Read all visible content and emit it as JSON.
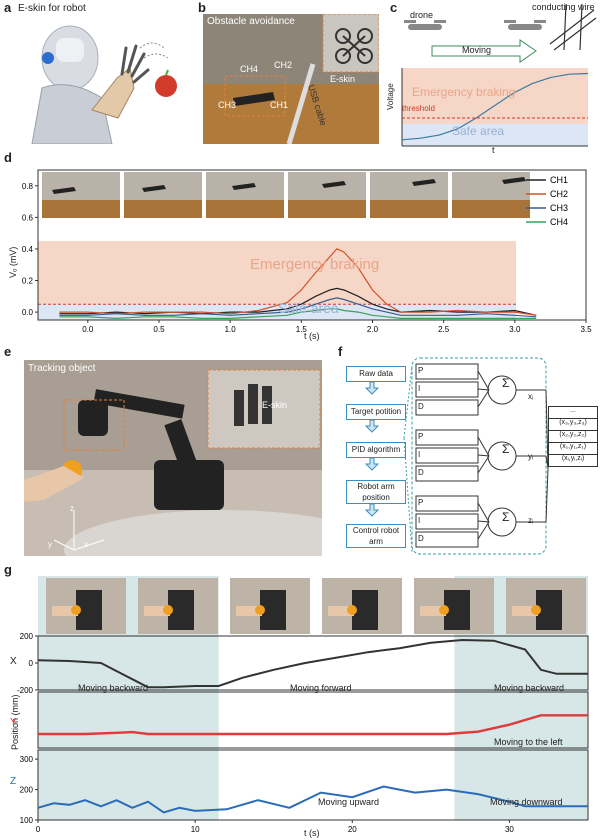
{
  "panels": {
    "a": {
      "label": "a",
      "title": "E-skin for robot"
    },
    "b": {
      "label": "b",
      "title": "Obstacle avoidance",
      "ch_labels": [
        "CH4",
        "CH2",
        "CH3",
        "CH1"
      ],
      "eskin": "E-skin",
      "cable": "USB cable"
    },
    "c": {
      "label": "c",
      "drone": "drone",
      "wire": "conducting wire",
      "moving": "Moving",
      "ylabel": "Voltage",
      "xlabel": "t",
      "brake": "Emergency braking",
      "threshold": "threshold",
      "safe": "Safe area"
    },
    "d": {
      "label": "d",
      "ylabel": "Vₒ (mV)",
      "xlabel": "t (s)",
      "brake": "Emergency braking",
      "safe": "Safe area"
    },
    "e": {
      "label": "e",
      "title": "Tracking object",
      "eskin": "E-skin",
      "axes": [
        "z",
        "y",
        "x"
      ]
    },
    "f": {
      "label": "f",
      "flow": [
        "Raw data",
        "Target potition",
        "PID algorithm",
        "Robot arm position",
        "Control robot arm"
      ],
      "pid_terms": [
        "P",
        "I",
        "D"
      ],
      "sum": "Σ",
      "outputs": [
        "xᵢ",
        "yᵢ",
        "zᵢ"
      ],
      "stack": [
        "...",
        "(x₃,y₃,z₃)",
        "(x₂,y₂,z₂)",
        "(x₁,y₁,z₁)",
        "(xᵢ,yᵢ,zᵢ)"
      ]
    },
    "g": {
      "label": "g",
      "ylabel": "Position (mm)",
      "xlabel": "t (s)",
      "rows": [
        "X",
        "Y",
        "Z"
      ],
      "x_annotations": [
        "Moving backward",
        "Moving forward",
        "Moving backward"
      ],
      "y_annotation": "Moving to the left",
      "z_annotations": [
        "Moving upward",
        "Moving downward"
      ]
    }
  },
  "colors": {
    "ch1": "#222222",
    "ch2": "#d2522b",
    "ch3": "#3b5c8f",
    "ch4": "#3aa05a",
    "brake": "#f6d6c6",
    "safe": "#dce6f4",
    "shade": "#d7e6e6",
    "xline": "#333333",
    "yline": "#e03a3a",
    "zline": "#2b6cb8"
  },
  "chart_data": [
    {
      "id": "c",
      "type": "line",
      "title": "",
      "xlabel": "t",
      "ylabel": "Voltage",
      "series": [
        {
          "values": [
            0.08,
            0.1,
            0.14,
            0.22,
            0.36,
            0.52,
            0.68,
            0.8,
            0.88,
            0.92,
            0.93
          ]
        }
      ],
      "threshold": 0.3
    },
    {
      "id": "d",
      "type": "line",
      "xlabel": "t (s)",
      "ylabel": "Vₒ (mV)",
      "xlim": [
        -0.35,
        3.5
      ],
      "ylim": [
        -0.05,
        0.9
      ],
      "xticks": [
        "0.0",
        "0.5",
        "1.0",
        "1.5",
        "2.0",
        "2.5",
        "3.0",
        "3.5"
      ],
      "yticks": [
        "0.0",
        "0.2",
        "0.4",
        "0.6",
        "0.8"
      ],
      "threshold": 0.05,
      "x": [
        -0.2,
        0,
        0.2,
        0.4,
        0.6,
        0.8,
        1.0,
        1.2,
        1.4,
        1.5,
        1.6,
        1.7,
        1.75,
        1.8,
        1.9,
        2.0,
        2.1,
        2.2,
        2.4,
        2.6,
        2.8,
        3.0,
        3.15
      ],
      "series": [
        {
          "name": "CH1",
          "values": [
            -0.01,
            -0.01,
            0,
            -0.01,
            0,
            -0.01,
            0,
            0,
            0.02,
            0.05,
            0.1,
            0.14,
            0.15,
            0.14,
            0.1,
            0.05,
            0.02,
            0,
            0.01,
            0,
            0,
            0.01,
            -0.02
          ]
        },
        {
          "name": "CH2",
          "values": [
            0,
            0,
            -0.01,
            0,
            0,
            0,
            -0.01,
            0.01,
            0.06,
            0.14,
            0.25,
            0.35,
            0.4,
            0.38,
            0.28,
            0.14,
            0.05,
            0,
            0,
            0.01,
            0,
            0,
            -0.02
          ]
        },
        {
          "name": "CH3",
          "values": [
            -0.02,
            -0.02,
            -0.01,
            -0.02,
            -0.02,
            -0.01,
            -0.02,
            -0.01,
            0,
            0.02,
            0.05,
            0.08,
            0.09,
            0.08,
            0.05,
            0.02,
            0,
            -0.02,
            -0.02,
            -0.02,
            -0.01,
            -0.02,
            -0.03
          ]
        },
        {
          "name": "CH4",
          "values": [
            -0.03,
            -0.03,
            -0.04,
            -0.03,
            -0.03,
            -0.04,
            -0.04,
            -0.03,
            -0.02,
            0,
            0.01,
            0.02,
            0.02,
            0.01,
            0,
            -0.02,
            -0.03,
            -0.04,
            -0.04,
            -0.04,
            -0.04,
            -0.04,
            -0.04
          ]
        }
      ]
    },
    {
      "id": "g",
      "type": "line",
      "xlabel": "t (s)",
      "ylabel": "Position (mm)",
      "xlim": [
        0,
        35
      ],
      "xticks": [
        "0",
        "10",
        "20",
        "30"
      ],
      "shaded_ranges": [
        [
          0,
          11.5
        ],
        [
          26.5,
          35
        ]
      ],
      "rows": [
        {
          "name": "X",
          "ylim": [
            -200,
            200
          ],
          "yticks": [
            "-200",
            "0",
            "200"
          ],
          "x": [
            0,
            2,
            4,
            6,
            7,
            8,
            10,
            11.5,
            13,
            15,
            17,
            19,
            21,
            23,
            25,
            27,
            29,
            31,
            32,
            33,
            35
          ],
          "values": [
            20,
            15,
            0,
            -120,
            -180,
            -180,
            -170,
            -170,
            -110,
            -50,
            0,
            40,
            80,
            110,
            150,
            170,
            165,
            100,
            -50,
            -80,
            -80
          ]
        },
        {
          "name": "Y",
          "ylim": [
            -60,
            180
          ],
          "yticks": [],
          "x": [
            0,
            3,
            5,
            6,
            7,
            10,
            20,
            26,
            28,
            30,
            31,
            32,
            35
          ],
          "values": [
            0,
            0,
            5,
            8,
            0,
            0,
            0,
            0,
            10,
            40,
            60,
            80,
            80
          ]
        },
        {
          "name": "Z",
          "ylim": [
            100,
            330
          ],
          "yticks": [
            "100",
            "200",
            "300"
          ],
          "x": [
            0,
            1,
            2,
            3,
            4,
            5,
            6,
            7,
            8,
            9,
            10,
            12,
            14,
            16,
            18,
            20,
            22,
            23,
            24,
            26,
            28,
            30,
            31,
            32,
            35
          ],
          "values": [
            140,
            155,
            150,
            165,
            145,
            165,
            140,
            160,
            125,
            140,
            130,
            135,
            165,
            140,
            190,
            175,
            210,
            200,
            190,
            200,
            185,
            160,
            145,
            145,
            145
          ]
        }
      ]
    }
  ]
}
